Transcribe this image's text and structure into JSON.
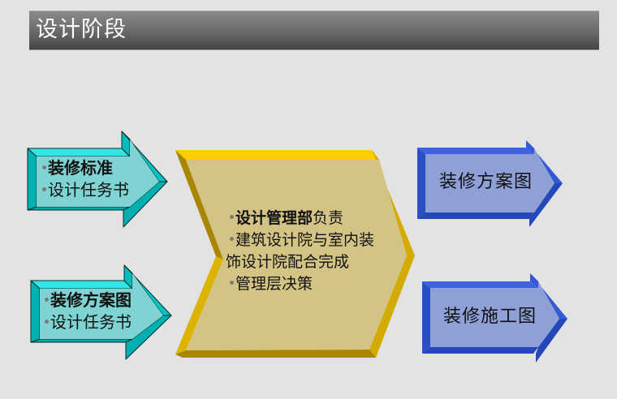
{
  "header": {
    "title": "设计阶段"
  },
  "colors": {
    "background": "#e3e3e3",
    "title_bar": "#6c6c6c",
    "cyan_face": "#7fd3d3",
    "cyan_side": "#00bcbc",
    "cyan_top": "#33e6e6",
    "gold_face": "#d3c486",
    "gold_top": "#ffcc00",
    "gold_side": "#d4ab00",
    "gold_bottom": "#a88600",
    "blue_face": "#8ea0d6",
    "blue_side": "#2a4fc4",
    "blue_top": "#3f63e0"
  },
  "inputs": [
    {
      "label": "input-arrow-1",
      "lines": [
        {
          "bold": "装修标准",
          "normal": ""
        },
        {
          "bold": "",
          "normal": "设计任务书"
        }
      ]
    },
    {
      "label": "input-arrow-2",
      "lines": [
        {
          "bold": "装修方案图",
          "normal": ""
        },
        {
          "bold": "",
          "normal": "设计任务书"
        }
      ]
    }
  ],
  "center": {
    "items": [
      {
        "bold": "设计管理部",
        "normal": "负责"
      },
      {
        "bold": "",
        "normal": "建筑设计院与室内装",
        "continuation": "饰设计院配合完成"
      },
      {
        "bold": "",
        "normal": "管理层决策"
      }
    ]
  },
  "outputs": [
    {
      "label": "装修方案图"
    },
    {
      "label": "装修施工图"
    }
  ]
}
